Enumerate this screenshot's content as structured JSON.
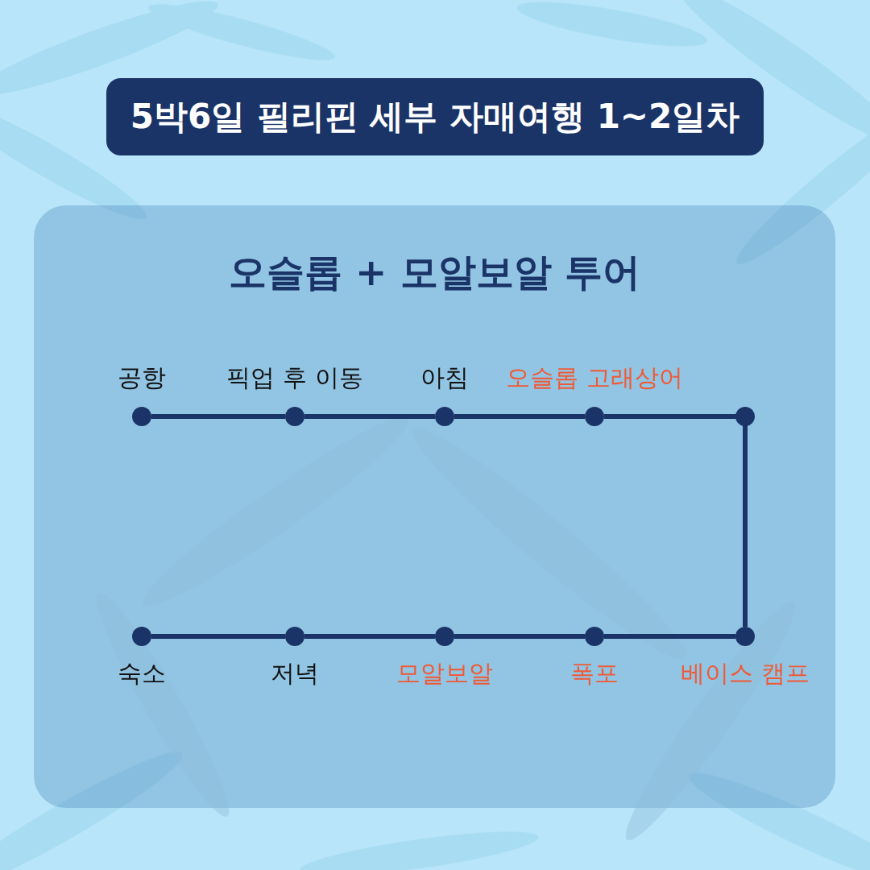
{
  "diagram": {
    "title": "5박6일 필리핀 세부 자매여행 1~2일차",
    "nodes": [
      {
        "text": [
          "오슬롭 + 모알보알 투어"
        ]
      },
      {
        "text": [
          "공항"
        ],
        "in": 0
      },
      {
        "text": [
          "픽업 후 이동"
        ],
        "in": 0
      },
      {
        "text": [
          "아침"
        ],
        "in": 0
      },
      {
        "text": [
          "오슬롭 고래상어"
        ],
        "in": 0
      },
      {
        "text": [
          "베이스 캠프"
        ],
        "in": 0
      },
      {
        "text": [
          "폭포"
        ],
        "in": 0
      },
      {
        "text": [
          "모알보알"
        ],
        "in": 0
      },
      {
        "text": [
          "저녁"
        ],
        "in": 0
      },
      {
        "text": [
          "숙소"
        ],
        "in": 0
      }
    ],
    "edges": [
      {
        "from": 1,
        "to": 2,
        "arrow": "none"
      },
      {
        "from": 2,
        "to": 3,
        "arrow": "none"
      },
      {
        "from": 3,
        "to": 4,
        "arrow": "none"
      },
      {
        "from": 4,
        "to": 5,
        "arrow": "none"
      },
      {
        "from": 5,
        "to": 6,
        "arrow": "none"
      },
      {
        "from": 6,
        "to": 7,
        "arrow": "none"
      },
      {
        "from": 7,
        "to": 8,
        "arrow": "none"
      },
      {
        "from": 8,
        "to": 9,
        "arrow": "none"
      }
    ]
  }
}
